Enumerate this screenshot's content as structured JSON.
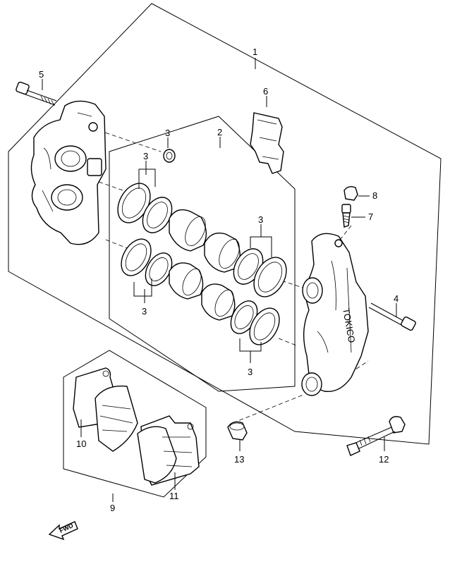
{
  "callouts": {
    "c1": "1",
    "c2": "2",
    "c3a": "3",
    "c3b": "3",
    "c3c": "3",
    "c3d": "3",
    "c3e": "3",
    "c4": "4",
    "c5": "5",
    "c6": "6",
    "c7": "7",
    "c8": "8",
    "c9": "9",
    "c10": "10",
    "c11": "11",
    "c12": "12",
    "c13": "13"
  },
  "caliper_marking": "TOKICO",
  "fwd_arrow": "FWD"
}
